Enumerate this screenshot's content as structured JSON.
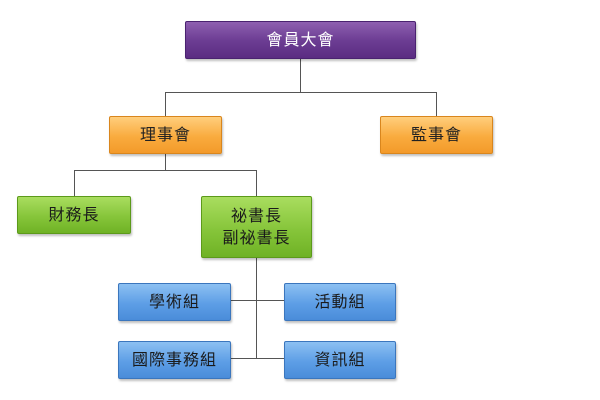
{
  "nodes": {
    "general_assembly": "會員大會",
    "board_of_directors": "理事會",
    "board_of_supervisors": "監事會",
    "treasurer": "財務長",
    "secretary_general": "祕書長",
    "deputy_secretary_general": "副祕書長",
    "academic_group": "學術組",
    "activities_group": "活動組",
    "international_affairs_group": "國際事務組",
    "information_group": "資訊組"
  },
  "colors": {
    "top_level": "#6d3e94",
    "board_level": "#f9ab3e",
    "officer_level": "#86c53a",
    "group_level": "#5d9ee6",
    "connector": "#555555"
  }
}
